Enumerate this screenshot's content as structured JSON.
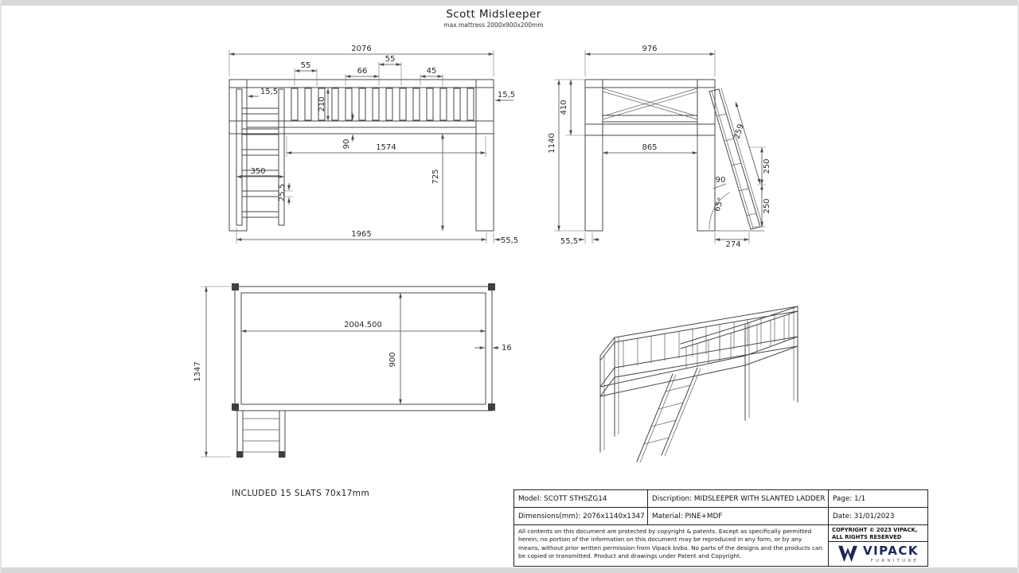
{
  "header": {
    "title": "Scott Midsleeper",
    "subtitle": "max.mattress 2000x900x200mm"
  },
  "note": "INCLUDED 15 SLATS 70x17mm",
  "front": {
    "total_width": "2076",
    "slat_spacing_a": "55",
    "slat_pitch": "66",
    "slat_spacing_b": "55",
    "slat_width": "45",
    "post_thickness_left": "15,5",
    "post_thickness_right": "15,5",
    "guard_height": "210",
    "platform_height": "90",
    "inner_length": "1574",
    "clearance_height": "725",
    "ladder_width": "350",
    "rung_thickness": "25,5",
    "foot_span": "1965",
    "foot_offset": "55,5"
  },
  "side": {
    "total_depth": "976",
    "guard_drop": "410",
    "total_height": "1140",
    "inner_depth": "865",
    "ladder_segment": "259",
    "rung_spacing": "90",
    "ladder_angle": "65°",
    "step_upper": "250",
    "step_lower": "250",
    "foot_offset": "55,5",
    "ladder_run": "274"
  },
  "plan": {
    "mattress_length": "2004.500",
    "mattress_width": "900",
    "rail_thickness": "16",
    "total_depth": "1347"
  },
  "titleblock": {
    "model": "Model: SCOTT STHSZG14",
    "description": "Discription: MIDSLEEPER WITH SLANTED LADDER",
    "page": "Page: 1/1",
    "dimensions": "Dimensions(mm): 2076x1140x1347",
    "material": "Material: PINE+MDF",
    "date": "Date: 31/01/2023",
    "legal": "All contents on this document are protected by copyright & patents. Except as specifically permitted herein, no portion of the information on this document may be reproduced in any form, or by any means, without prior written permission from Vipack bvba. No parts of the designs and the products can be copied or transmitted. Product and drawings under Patent and Copyright.",
    "copyright": "COPYRIGHT © 2023 VIPACK, ALL RIGHTS RESERVED",
    "brand": "VIPACK",
    "brand_sub": "FURNITURE"
  },
  "colors": {
    "line": "#4a4a4a",
    "brand_navy": "#1c2754"
  }
}
